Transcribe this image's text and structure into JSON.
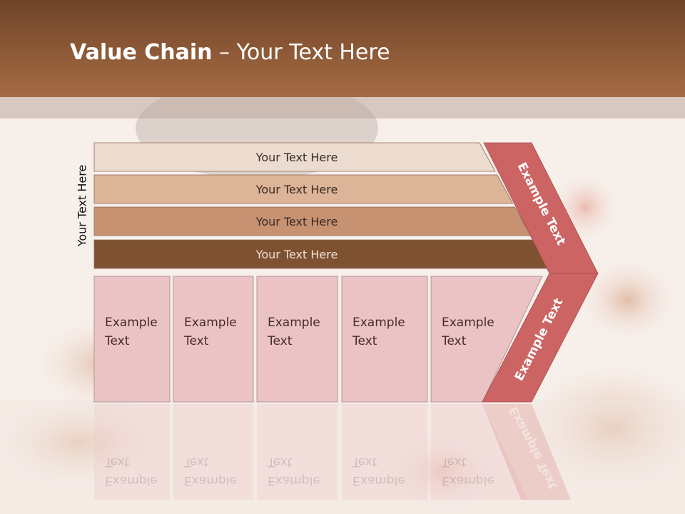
{
  "slide": {
    "title_bold": "Value Chain",
    "title_rest": " – Your Text Here",
    "side_label": "Your Text Here"
  },
  "rows": [
    {
      "label": "Your Text Here",
      "color": "#ecdcd0"
    },
    {
      "label": "Your Text Here",
      "color": "#dcb497"
    },
    {
      "label": "Your Text Here",
      "color": "#c69272"
    },
    {
      "label": "Your Text Here",
      "color": "#7e5131"
    }
  ],
  "boxes": [
    {
      "line1": "Example",
      "line2": "Text"
    },
    {
      "line1": "Example",
      "line2": "Text"
    },
    {
      "line1": "Example",
      "line2": "Text"
    },
    {
      "line1": "Example",
      "line2": "Text"
    },
    {
      "line1": "Example",
      "line2": "Text"
    }
  ],
  "chevron": {
    "upper_label": "Example Text",
    "lower_label": "Example Text",
    "color": "#cd6464"
  },
  "colors": {
    "box_fill": "#ebc3c5",
    "header": "#8e5a37"
  }
}
